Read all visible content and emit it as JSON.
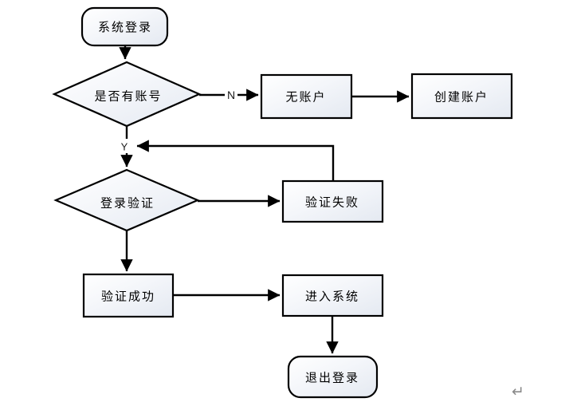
{
  "diagram": {
    "title": "login-flowchart",
    "nodes": [
      {
        "id": "start",
        "type": "terminator",
        "label": "系统登录"
      },
      {
        "id": "has-account",
        "type": "decision",
        "label": "是否有账号"
      },
      {
        "id": "no-account",
        "type": "process",
        "label": "无账户"
      },
      {
        "id": "create-account",
        "type": "process",
        "label": "创建账户"
      },
      {
        "id": "login-verify",
        "type": "decision",
        "label": "登录验证"
      },
      {
        "id": "verify-fail",
        "type": "process",
        "label": "验证失败"
      },
      {
        "id": "verify-success",
        "type": "process",
        "label": "验证成功"
      },
      {
        "id": "enter-system",
        "type": "process",
        "label": "进入系统"
      },
      {
        "id": "logout",
        "type": "terminator",
        "label": "退出登录"
      }
    ],
    "edges": [
      {
        "from": "start",
        "to": "has-account",
        "label": ""
      },
      {
        "from": "has-account",
        "to": "no-account",
        "label": "N"
      },
      {
        "from": "no-account",
        "to": "create-account",
        "label": ""
      },
      {
        "from": "has-account",
        "to": "login-verify",
        "label": "Y"
      },
      {
        "from": "login-verify",
        "to": "verify-fail",
        "label": ""
      },
      {
        "from": "verify-fail",
        "to": "login-verify",
        "label": ""
      },
      {
        "from": "login-verify",
        "to": "verify-success",
        "label": ""
      },
      {
        "from": "verify-success",
        "to": "enter-system",
        "label": ""
      },
      {
        "from": "enter-system",
        "to": "logout",
        "label": ""
      }
    ],
    "edge_labels": {
      "no": "N",
      "yes": "Y"
    }
  },
  "page": {
    "paragraph_mark": "↵"
  },
  "colors": {
    "shape_fill_top": "#ffffff",
    "shape_fill_bottom": "#e4e9f1",
    "shape_stroke": "#000000",
    "edge_stroke": "#000000",
    "paragraph_mark": "#8a8a8a",
    "background": "#ffffff"
  }
}
